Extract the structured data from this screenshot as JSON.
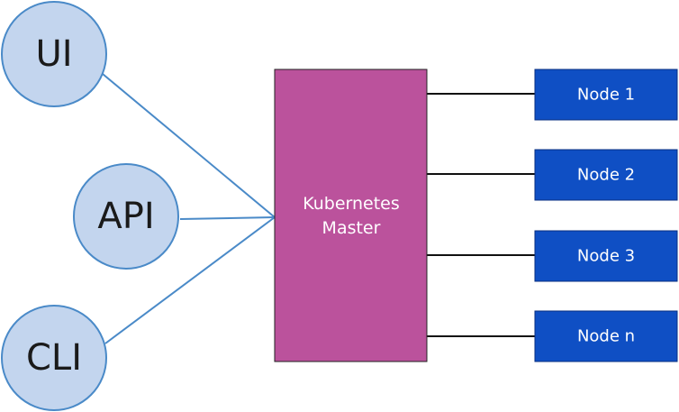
{
  "clients": [
    {
      "label": "UI"
    },
    {
      "label": "API"
    },
    {
      "label": "CLI"
    }
  ],
  "master": {
    "line1": "Kubernetes",
    "line2": "Master"
  },
  "nodes": [
    {
      "label": "Node 1"
    },
    {
      "label": "Node 2"
    },
    {
      "label": "Node 3"
    },
    {
      "label": "Node n"
    }
  ],
  "colors": {
    "client_fill": "#c3d5ee",
    "client_stroke": "#4a8ac8",
    "connector": "#4a8ac8",
    "master_fill": "#bb529c",
    "master_stroke": "#222222",
    "node_fill": "#0f4fc4",
    "node_stroke": "#0a2f80",
    "node_link": "#111111"
  }
}
